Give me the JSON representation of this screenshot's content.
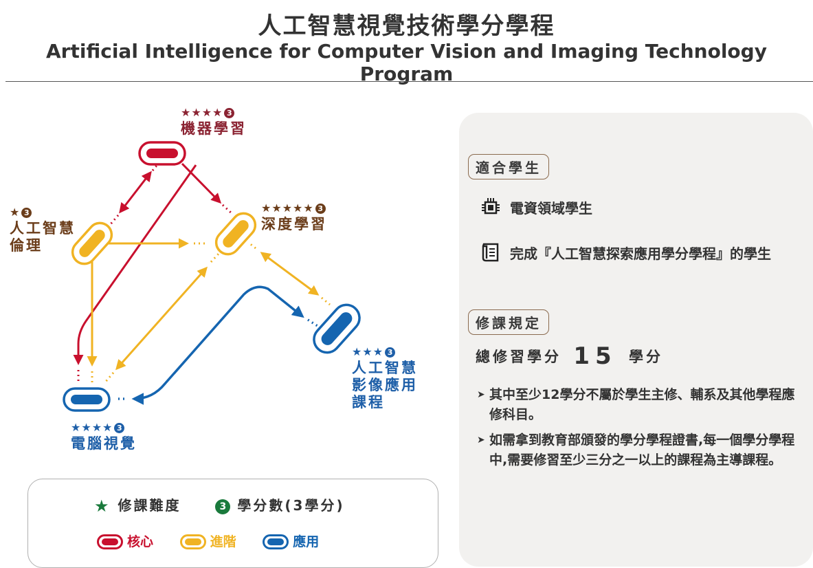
{
  "header": {
    "title_zh": "人工智慧視覺技術學分學程",
    "title_en": "Artificial Intelligence for Computer Vision and Imaging Technology Program"
  },
  "colors": {
    "core": "#c8102e",
    "advanced": "#f0b323",
    "applied": "#1565b0",
    "green": "#1a7a3c"
  },
  "courses": {
    "ml": {
      "stars": "★★★★",
      "credits": "3",
      "label": "機器學習"
    },
    "ethics": {
      "stars": "★",
      "credits": "3",
      "label_line1": "人工智慧",
      "label_line2": "倫理"
    },
    "deep": {
      "stars": "★★★★★",
      "credits": "3",
      "label": "深度學習"
    },
    "image_app": {
      "stars": "★★★",
      "credits": "3",
      "label_line1": "人工智慧",
      "label_line2": "影像應用",
      "label_line3": "課程"
    },
    "cv": {
      "stars": "★★★★",
      "credits": "3",
      "label": "電腦視覺"
    }
  },
  "legend": {
    "difficulty": "修課難度",
    "credit_badge": "3",
    "credits_label": "學分數(3學分)",
    "core": "核心",
    "advanced": "進階",
    "applied": "應用"
  },
  "panel": {
    "suitable_title": "適合學生",
    "suitable_items": [
      {
        "icon": "chip-icon",
        "text": "電資領域學生"
      },
      {
        "icon": "document-icon",
        "text": "完成『人工智慧探索應用學分學程』的學生"
      }
    ],
    "rules_title": "修課規定",
    "total_prefix": "總修習學分",
    "total_number": "15",
    "total_suffix": "學分",
    "rules": [
      "其中至少12學分不屬於學生主修、輔系及其他學程應修科目。",
      "如需拿到教育部頒發的學分學程證書,每一個學分學程中,需要修習至少三分之一以上的課程為主導課程。"
    ]
  }
}
